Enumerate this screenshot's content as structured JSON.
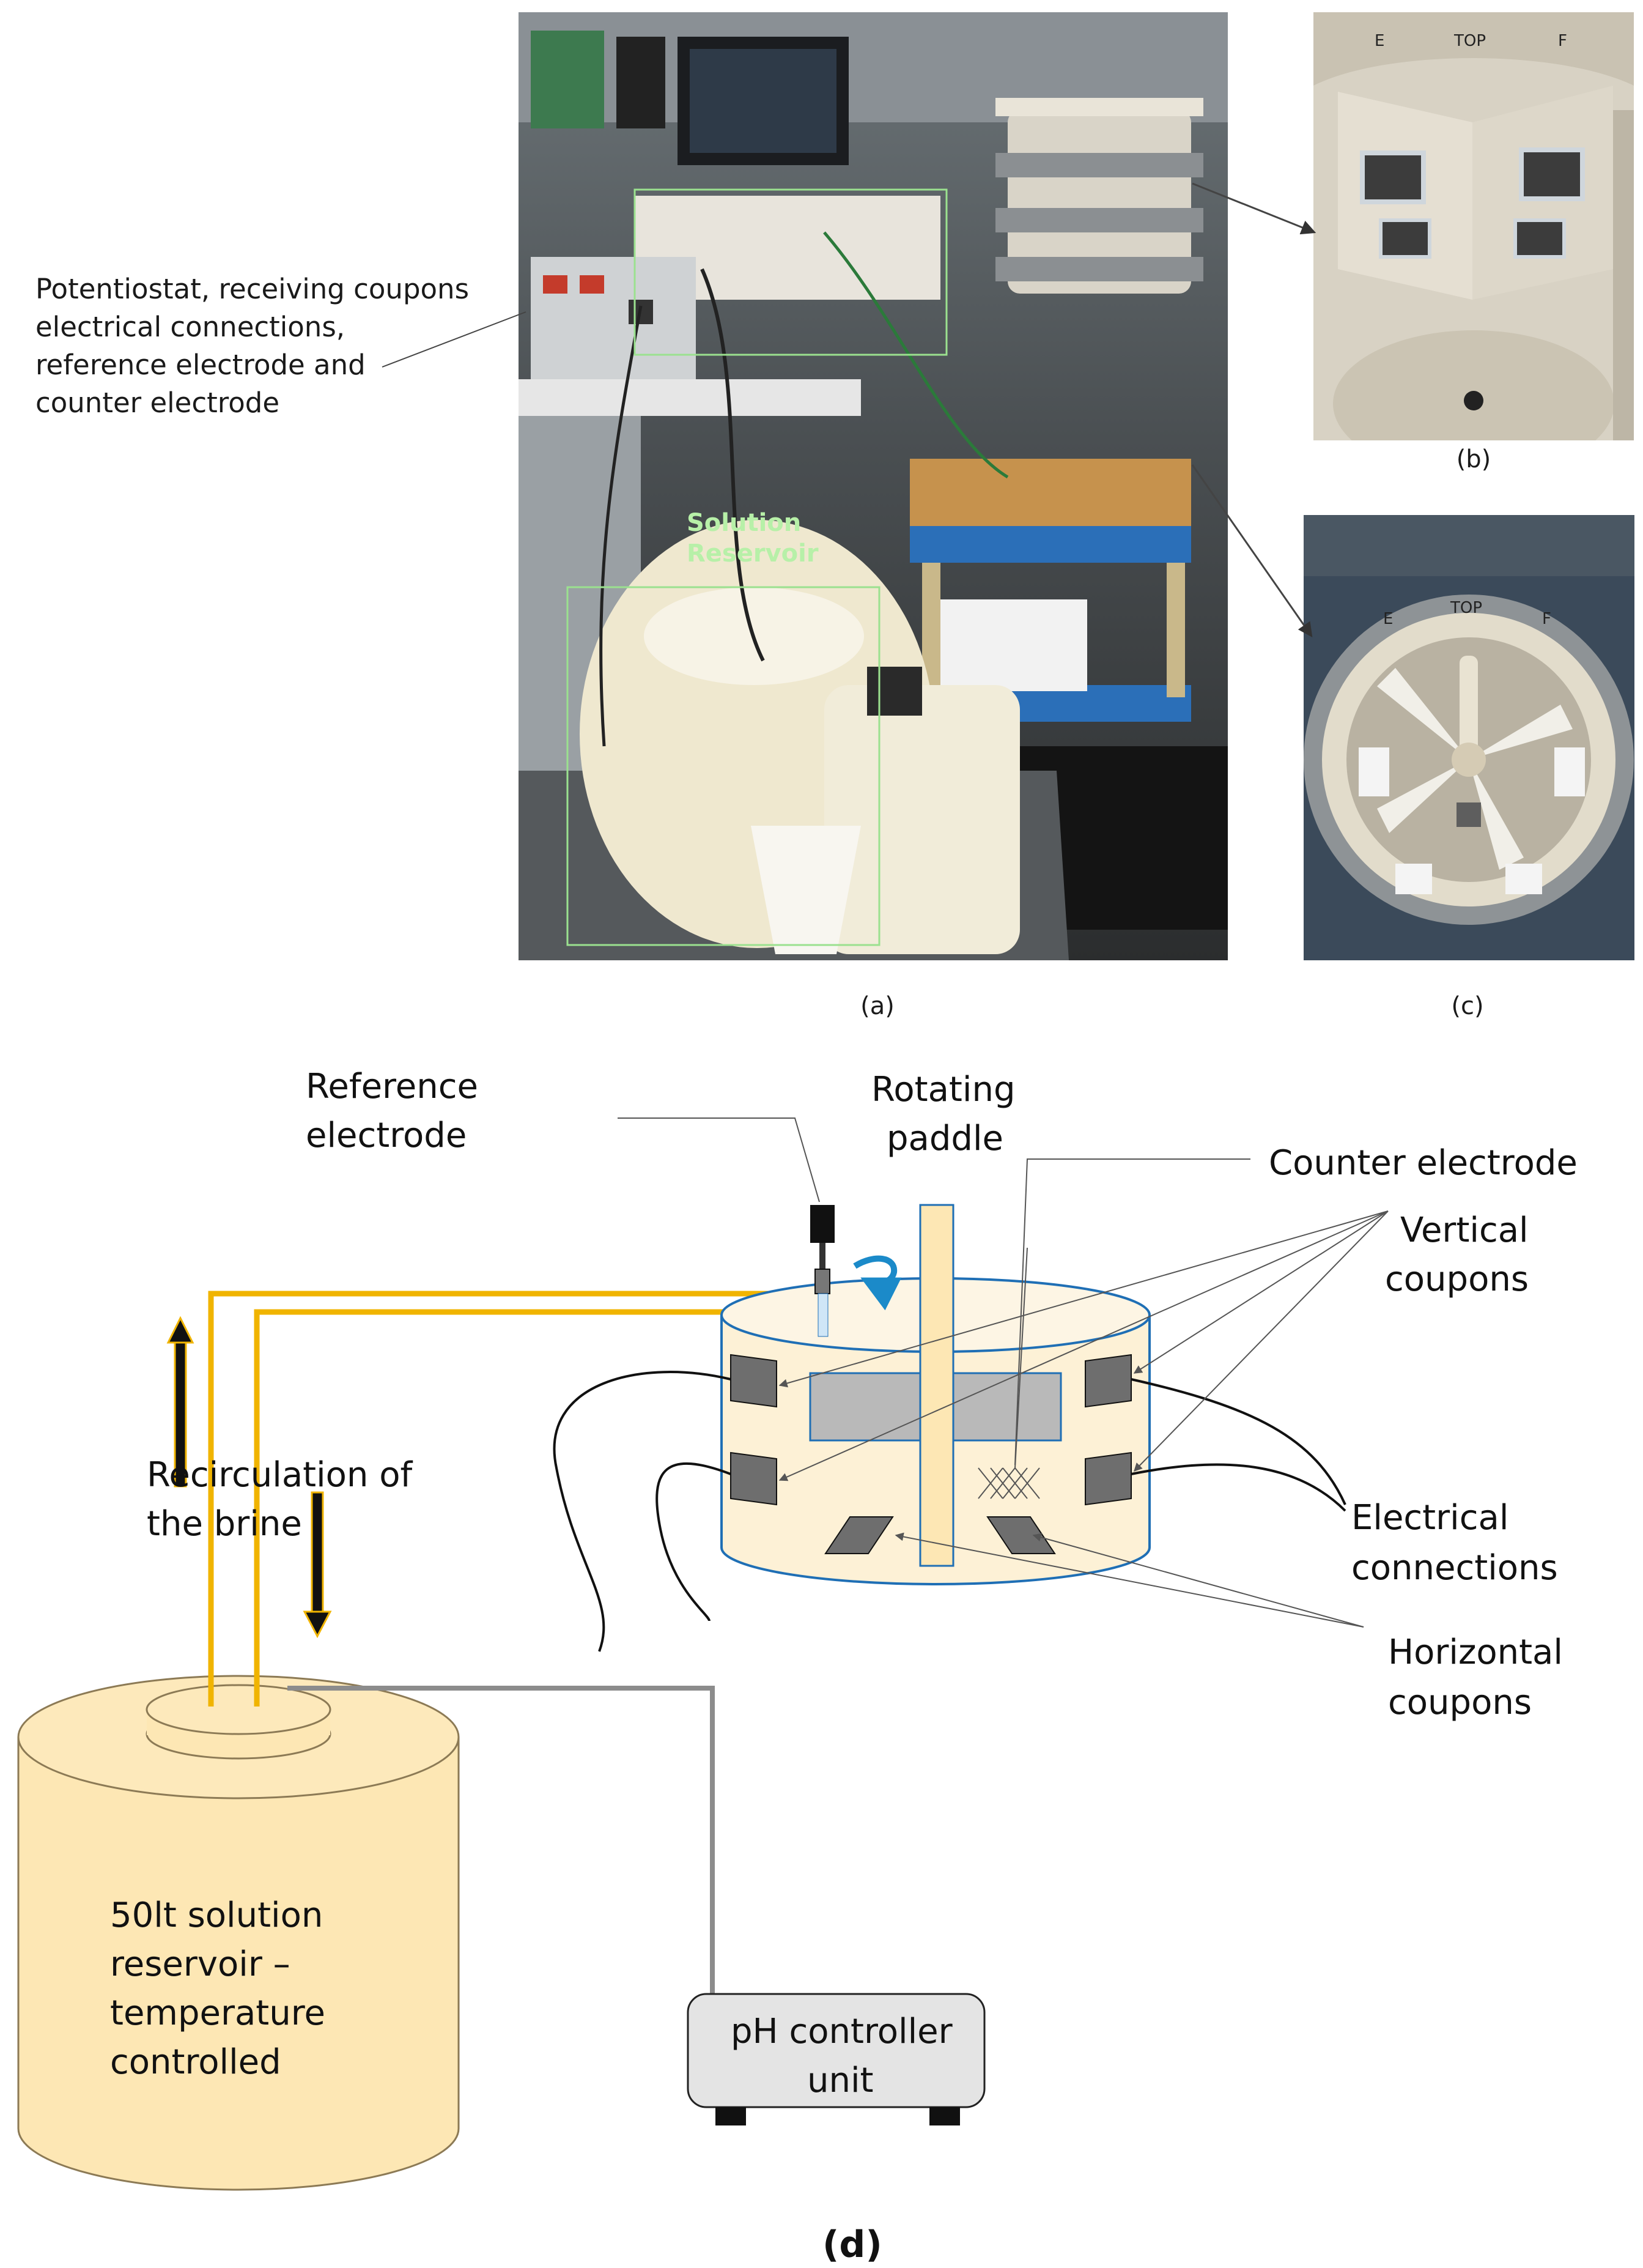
{
  "figure": {
    "photo_a": {
      "caption": "(a)",
      "overlay_label_line1": "Solution",
      "overlay_label_line2": "Reservoir",
      "side_label": [
        "Potentiostat, receiving coupons",
        "electrical connections,",
        "reference electrode and",
        "counter electrode"
      ]
    },
    "photo_b": {
      "caption": "(b)",
      "ring_marks": [
        "E",
        "TOP",
        "F"
      ]
    },
    "photo_c": {
      "caption": "(c)",
      "ring_marks": [
        "E",
        "TOP",
        "F"
      ]
    },
    "diagram_d": {
      "caption": "(d)",
      "reference_electrode": [
        "Reference",
        "electrode"
      ],
      "rotating_paddle": [
        "Rotating",
        "paddle"
      ],
      "counter_electrode": "Counter electrode",
      "vertical_coupons": [
        "Vertical",
        "coupons"
      ],
      "electrical_connections": [
        "Electrical",
        "connections"
      ],
      "horizontal_coupons": [
        "Horizontal",
        "coupons"
      ],
      "recirculation": [
        "Recirculation of",
        "the brine"
      ],
      "reservoir": [
        "50lt solution",
        "reservoir –",
        "temperature",
        "controlled"
      ],
      "ph_controller": [
        "pH controller",
        "unit"
      ]
    },
    "colors": {
      "brine_pipe": "#f0b400",
      "grey_pipe": "#8c8c8c",
      "vessel_fill": "#fdf1d6",
      "vessel_stroke": "#1f6fb5",
      "reservoir_fill": "#fde7b4",
      "coupon": "#6e6e6e",
      "paddle_blade": "#b9b9b9",
      "rotation_arrow": "#1b8ac9"
    }
  }
}
